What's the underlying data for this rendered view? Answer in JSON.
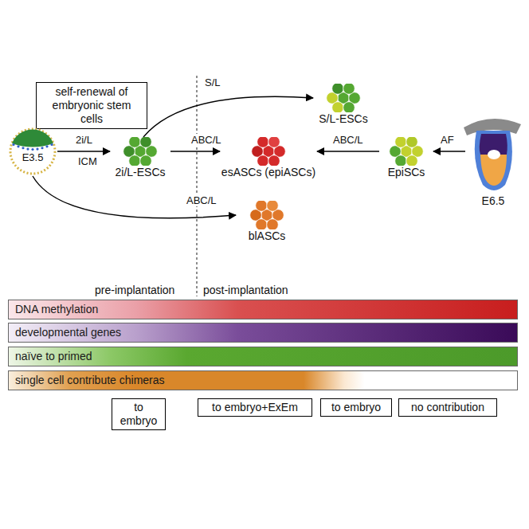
{
  "diagram": {
    "nodes": [
      {
        "text": [
          "self-renewal of embryonic stem cells"
        ]
      },
      {
        "text": [
          "E3.5"
        ]
      },
      {
        "text": [
          "2i/L-ESCs"
        ]
      },
      {
        "text": [
          "S/L-ESCs"
        ]
      },
      {
        "text": [
          "esASCs (epiASCs)"
        ]
      },
      {
        "text": [
          "EpiSCs"
        ]
      },
      {
        "text": [
          "E6.5"
        ]
      },
      {
        "text": [
          "blASCs"
        ]
      },
      {
        "text": [
          "DNA methylation"
        ]
      },
      {
        "text": [
          "developmental genes"
        ]
      },
      {
        "text": [
          "naïve to primed"
        ]
      },
      {
        "text": [
          "single cell contribute chimeras"
        ]
      },
      {
        "text": [
          "to embryo"
        ]
      },
      {
        "text": [
          "to embryo+ExEm"
        ]
      },
      {
        "text": [
          "to embryo"
        ]
      },
      {
        "text": [
          "no contribution"
        ]
      }
    ],
    "edges": [
      {
        "from": 1,
        "to": 2,
        "arrow": "to",
        "label": "2i/L"
      },
      {
        "from": 2,
        "to": 3,
        "arrow": "to",
        "label": "S/L"
      },
      {
        "from": 2,
        "to": 4,
        "arrow": "to",
        "label": "ABC/L"
      },
      {
        "from": 5,
        "to": 4,
        "arrow": "to",
        "label": "ABC/L"
      },
      {
        "from": 6,
        "to": 5,
        "arrow": "to",
        "label": "AF"
      },
      {
        "from": 1,
        "to": 7,
        "arrow": "to",
        "label": "ABC/L"
      }
    ],
    "labels": [
      "ICM",
      "pre-implantation",
      "post-implantation"
    ]
  }
}
